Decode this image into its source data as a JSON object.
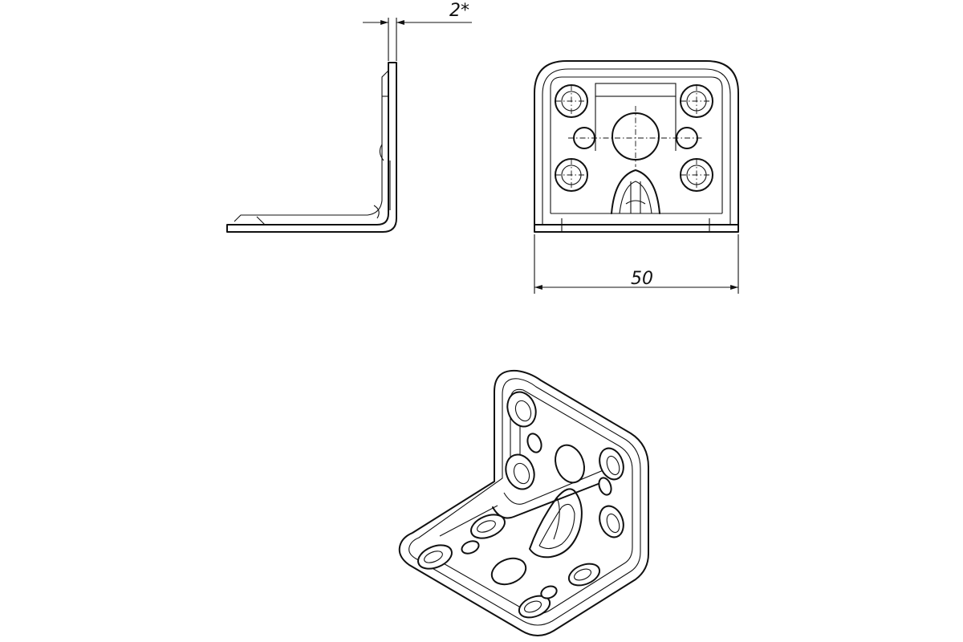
{
  "dimensions": {
    "thickness_label": "2*",
    "width_label": "50"
  },
  "views": [
    {
      "name": "side-view"
    },
    {
      "name": "front-view"
    },
    {
      "name": "isometric-view"
    }
  ]
}
